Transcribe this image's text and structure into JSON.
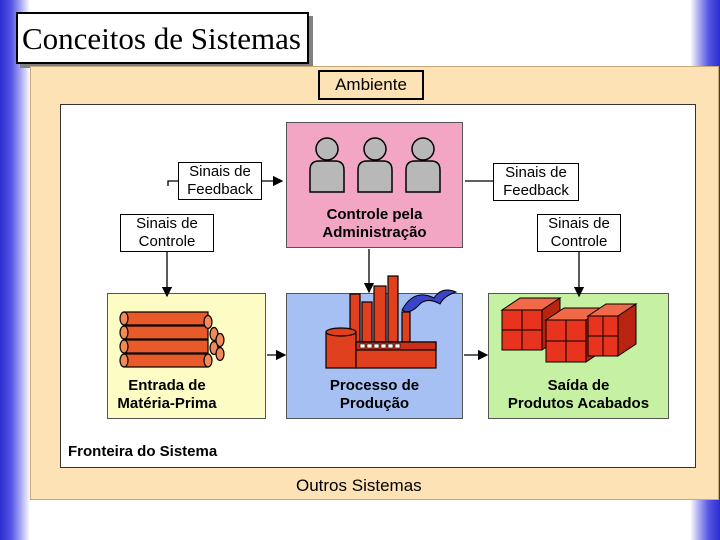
{
  "slide": {
    "title": "Conceitos de Sistemas"
  },
  "environment": {
    "label": "Ambiente"
  },
  "boundary": {
    "label": "Fronteira do Sistema"
  },
  "other_systems": {
    "label": "Outros Sistemas"
  },
  "feedback": {
    "left": "Sinais de\nFeedback",
    "right": "Sinais de\nFeedback"
  },
  "control_signals": {
    "left": "Sinais de\nControle",
    "right": "Sinais de\nControle"
  },
  "blocks": {
    "management": "Controle pela\nAdministração",
    "raw_material": "Entrada de\nMatéria-Prima",
    "process": "Processo de\nProdução",
    "finished": "Saída de\nProdutos Acabados"
  },
  "colors": {
    "environment": "#fce2b4",
    "management": "#f3a6c4",
    "raw_material": "#fcfcc4",
    "process": "#a6c0f3",
    "finished": "#c6f0a2",
    "pipes": "#e85a2a",
    "factory": "#e0401e",
    "boxes": "#e8341e",
    "smoke": "#3a44c8",
    "people": "#b8b8b8"
  },
  "icons": [
    "people-icon",
    "pipes-icon",
    "factory-icon",
    "boxes-icon"
  ]
}
